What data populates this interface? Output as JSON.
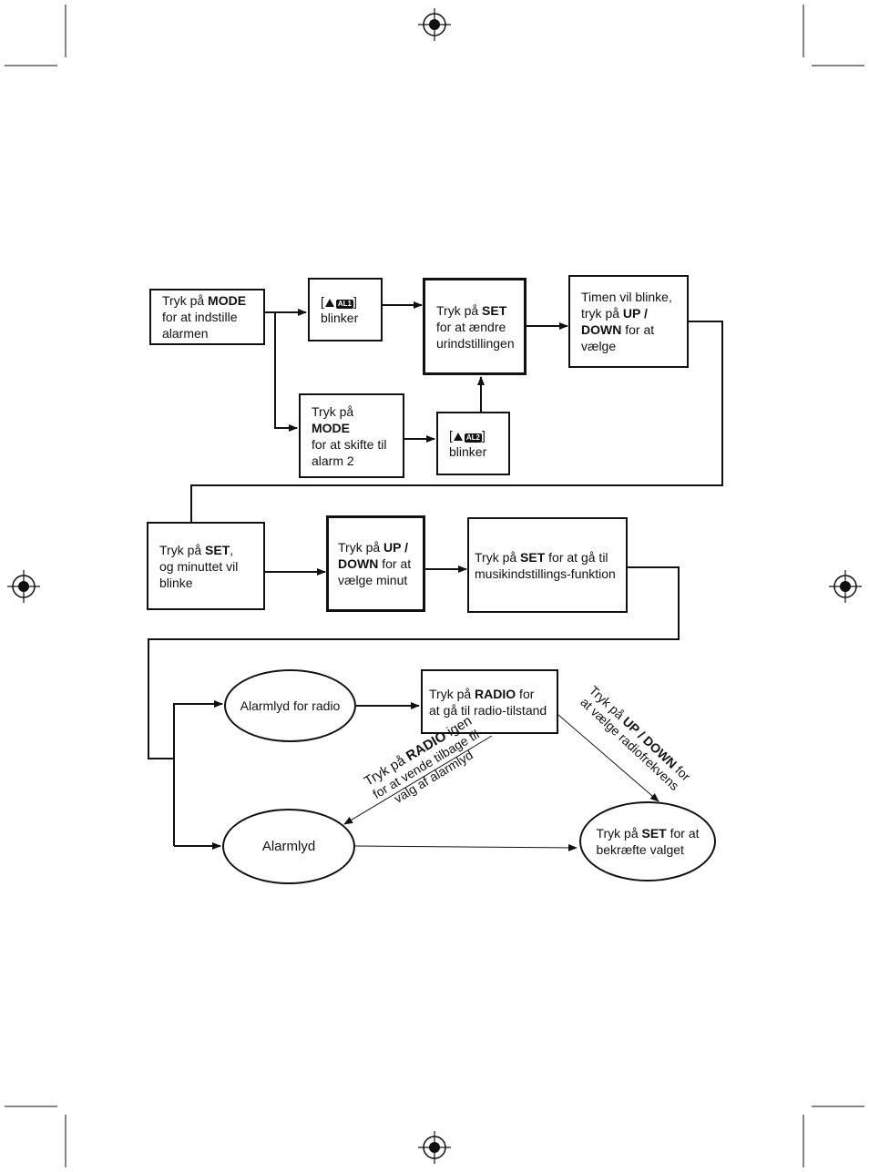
{
  "nodes": {
    "start": {
      "l1_pre": "Tryk på ",
      "l1_bold": "MODE",
      "l2": "for at indstille",
      "l3": "alarmen"
    },
    "al1": {
      "badge": "AL1",
      "open": "[",
      "close": "]",
      "l2": "blinker"
    },
    "set_time": {
      "l1_pre": "Tryk på ",
      "l1_bold": "SET",
      "l2": "for at ændre",
      "l3": "urindstillingen"
    },
    "hour": {
      "l1": "Timen vil blinke,",
      "l2_pre": "tryk på ",
      "l2_bold": "UP /",
      "l3_bold": "DOWN",
      "l3_post": " for at",
      "l4": "vælge"
    },
    "mode2": {
      "l1_pre": "Tryk på ",
      "l1_bold": "MODE",
      "l2": "for at skifte til",
      "l3": "alarm 2"
    },
    "al2": {
      "badge": "AL2",
      "open": "[",
      "close": "]",
      "l2": "blinker"
    },
    "set_min": {
      "l1_pre": "Tryk på ",
      "l1_bold": "SET",
      "l1_post": ",",
      "l2": "og minuttet vil",
      "l3": "blinke"
    },
    "updown_min": {
      "l1_pre": "Tryk på ",
      "l1_bold": "UP /",
      "l2_bold": "DOWN",
      "l2_post": " for at",
      "l3": "vælge minut"
    },
    "music": {
      "l1_pre": "Tryk på ",
      "l1_bold": "SET",
      "l1_post": " for at gå til",
      "l2": "musikindstillings-funktion"
    },
    "radio_sound": {
      "label": "Alarmlyd for radio"
    },
    "radio_press": {
      "l1_pre": "Tryk på ",
      "l1_bold": "RADIO",
      "l1_post": " for",
      "l2": "at gå til radio-tilstand"
    },
    "alarm_sound": {
      "label": "Alarmlyd"
    },
    "confirm": {
      "l1_pre": "Tryk på ",
      "l1_bold": "SET",
      "l1_post": " for at",
      "l2": "bekræfte valget"
    }
  },
  "edge_labels": {
    "back": {
      "l1_pre": "Tryk på ",
      "l1_bold": "RADIO",
      "l1_post": " igen",
      "l2": "for at vende tilbage til",
      "l3": "valg af alarmlyd"
    },
    "freq": {
      "l1_pre": "Tryk på ",
      "l1_bold": "UP / DOWN",
      "l1_post": " for",
      "l2": "at vælge radiofrekvens"
    }
  }
}
